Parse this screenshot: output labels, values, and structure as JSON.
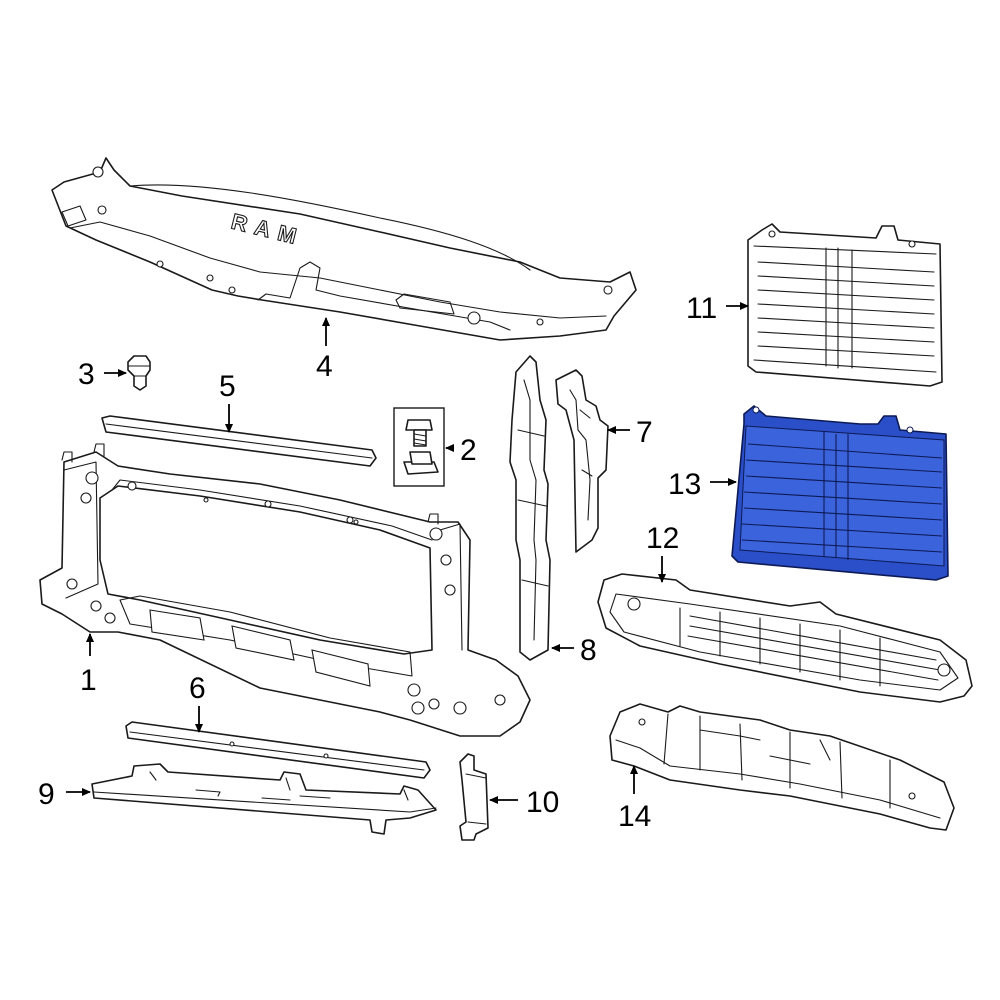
{
  "diagram": {
    "emblem_text": "RAM",
    "highlight_color": "#2a4fc8",
    "highlighted_part": "13",
    "callouts": [
      {
        "id": "1",
        "label": "1"
      },
      {
        "id": "2",
        "label": "2"
      },
      {
        "id": "3",
        "label": "3"
      },
      {
        "id": "4",
        "label": "4"
      },
      {
        "id": "5",
        "label": "5"
      },
      {
        "id": "6",
        "label": "6"
      },
      {
        "id": "7",
        "label": "7"
      },
      {
        "id": "8",
        "label": "8"
      },
      {
        "id": "9",
        "label": "9"
      },
      {
        "id": "10",
        "label": "10"
      },
      {
        "id": "11",
        "label": "11"
      },
      {
        "id": "12",
        "label": "12"
      },
      {
        "id": "13",
        "label": "13"
      },
      {
        "id": "14",
        "label": "14"
      }
    ]
  }
}
